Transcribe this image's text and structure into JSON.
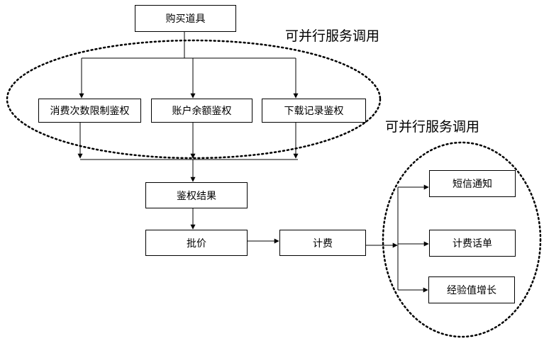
{
  "diagram": {
    "nodes": {
      "purchase": "购买道具",
      "consume_limit": "消费次数限制鉴权",
      "balance": "账户余额鉴权",
      "download": "下载记录鉴权",
      "auth_result": "鉴权结果",
      "pricing": "批价",
      "billing": "计费",
      "sms": "短信通知",
      "bill_record": "计费话单",
      "exp_growth": "经验值增长"
    },
    "group_labels": {
      "auth_group": "可并行服务调用",
      "notify_group": "可并行服务调用"
    },
    "edges": [
      [
        "purchase",
        "consume_limit"
      ],
      [
        "purchase",
        "balance"
      ],
      [
        "purchase",
        "download"
      ],
      [
        "consume_limit",
        "auth_result"
      ],
      [
        "balance",
        "auth_result"
      ],
      [
        "download",
        "auth_result"
      ],
      [
        "auth_result",
        "pricing"
      ],
      [
        "pricing",
        "billing"
      ],
      [
        "billing",
        "sms"
      ],
      [
        "billing",
        "bill_record"
      ],
      [
        "billing",
        "exp_growth"
      ]
    ]
  }
}
